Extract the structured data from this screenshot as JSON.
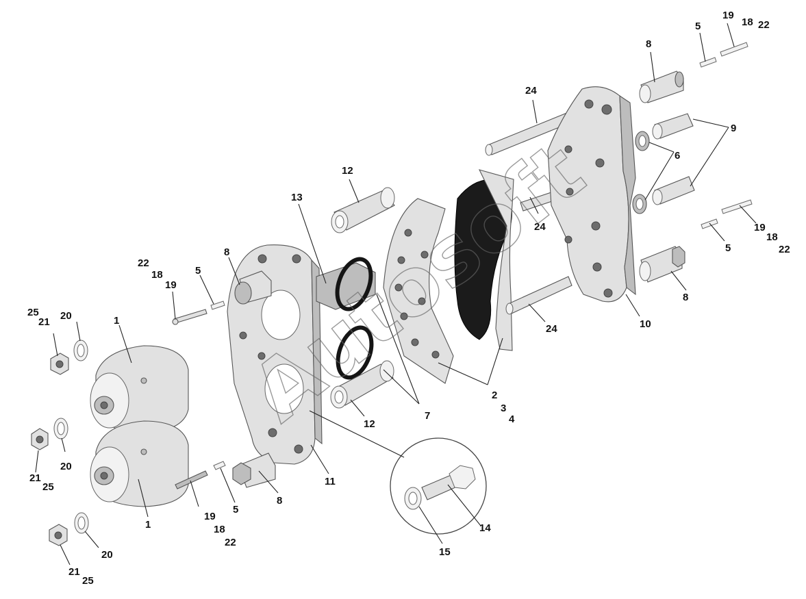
{
  "labels": {
    "l1a": "1",
    "l1b": "1",
    "l2": "2",
    "l3": "3",
    "l4": "4",
    "l5a": "5",
    "l5b": "5",
    "l5c": "5",
    "l5d": "5",
    "l6": "6",
    "l7": "7",
    "l8a": "8",
    "l8b": "8",
    "l8c": "8",
    "l8d": "8",
    "l9": "9",
    "l10": "10",
    "l11": "11",
    "l12a": "12",
    "l12b": "12",
    "l13": "13",
    "l14": "14",
    "l15": "15",
    "l18a": "18",
    "l18b": "18",
    "l18c": "18",
    "l18d": "18",
    "l19a": "19",
    "l19b": "19",
    "l19c": "19",
    "l19d": "19",
    "l20a": "20",
    "l20b": "20",
    "l20c": "20",
    "l21a": "21",
    "l21b": "21",
    "l21c": "21",
    "l22a": "22",
    "l22b": "22",
    "l22c": "22",
    "l22d": "22",
    "l24a": "24",
    "l24b": "24",
    "l24c": "24",
    "l25a": "25",
    "l25b": "25",
    "l25c": "25"
  },
  "watermark": "Autosoft"
}
